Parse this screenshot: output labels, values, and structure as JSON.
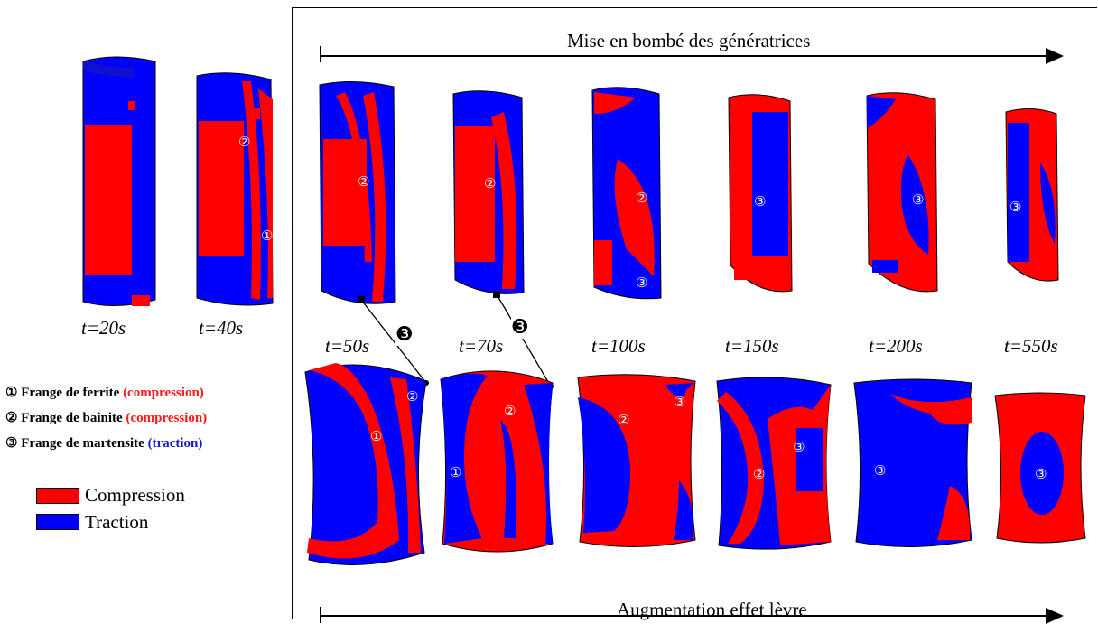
{
  "top_arrow_label": "Mise en bombé des génératrices",
  "bottom_arrow_label": "Augmentation effet lèvre",
  "times": {
    "t20": "t=20s",
    "t40": "t=40s",
    "t50": "t=50s",
    "t70": "t=70s",
    "t100": "t=100s",
    "t150": "t=150s",
    "t200": "t=200s",
    "t550": "t=550s"
  },
  "legend": {
    "l1_mark": "①",
    "l1_text": "Frange de ferrite",
    "l1_kind": "(compression)",
    "l2_mark": "②",
    "l2_text": "Frange de bainite",
    "l2_kind": "(compression)",
    "l3_mark": "③",
    "l3_text": "Frange de martensite",
    "l3_kind": "(traction)",
    "compression": "Compression",
    "traction": "Traction"
  },
  "markers": {
    "one": "①",
    "two": "②",
    "three": "③",
    "three_bold": "❸"
  },
  "colors": {
    "compression": "#ff0000",
    "traction": "#0000ff",
    "edge": "#000000"
  }
}
